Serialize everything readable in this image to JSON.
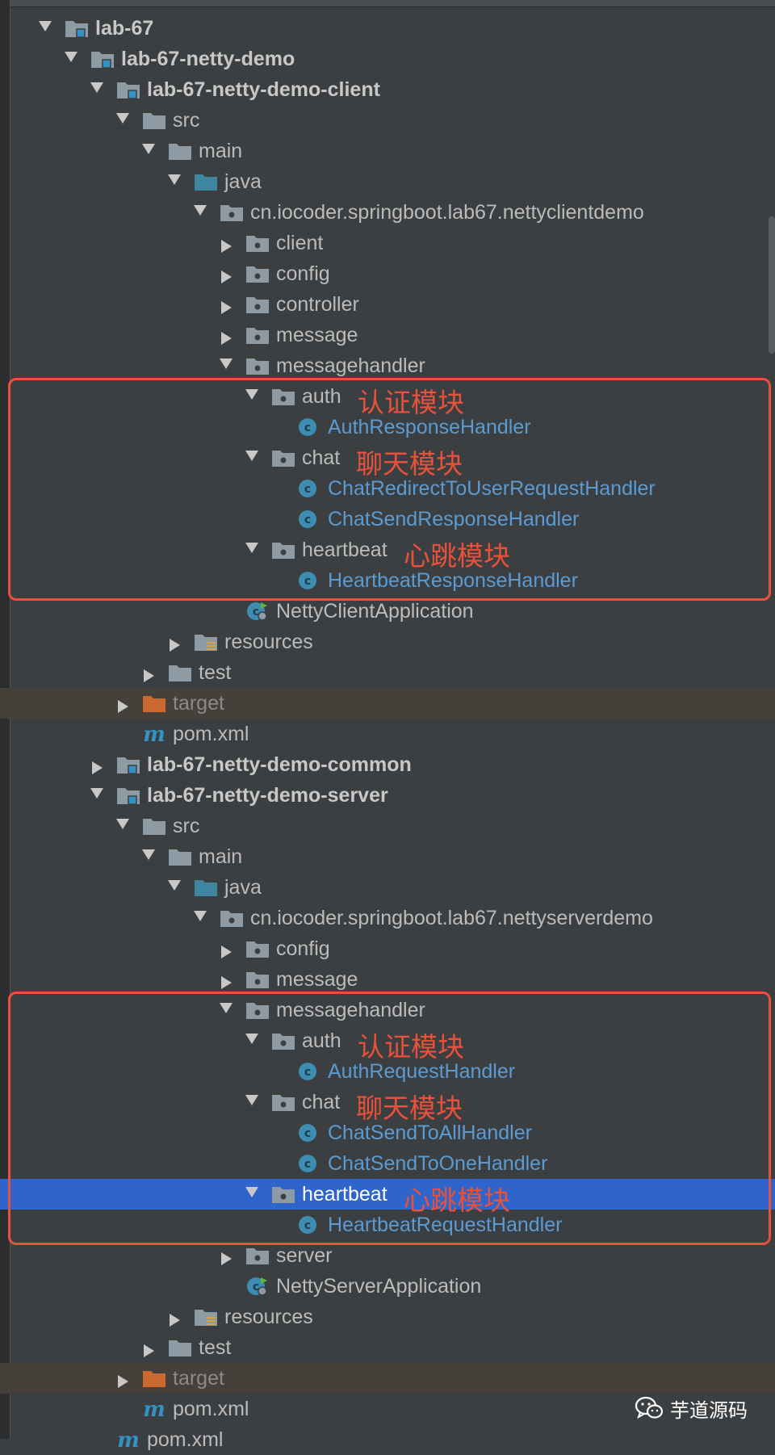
{
  "project_tree": {
    "rows": [
      {
        "label": "lab-67",
        "indent": 0,
        "arrow": "expanded",
        "icon": "module-folder-icon",
        "style": "module"
      },
      {
        "label": "lab-67-netty-demo",
        "indent": 1,
        "arrow": "expanded",
        "icon": "module-folder-icon",
        "style": "module"
      },
      {
        "label": "lab-67-netty-demo-client",
        "indent": 2,
        "arrow": "expanded",
        "icon": "module-folder-icon",
        "style": "module"
      },
      {
        "label": "src",
        "indent": 3,
        "arrow": "expanded",
        "icon": "folder-icon"
      },
      {
        "label": "main",
        "indent": 4,
        "arrow": "expanded",
        "icon": "folder-icon"
      },
      {
        "label": "java",
        "indent": 5,
        "arrow": "expanded",
        "icon": "source-folder-icon"
      },
      {
        "label": "cn.iocoder.springboot.lab67.nettyclientdemo",
        "indent": 6,
        "arrow": "expanded",
        "icon": "package-icon"
      },
      {
        "label": "client",
        "indent": 7,
        "arrow": "collapsed",
        "icon": "package-icon"
      },
      {
        "label": "config",
        "indent": 7,
        "arrow": "collapsed",
        "icon": "package-icon"
      },
      {
        "label": "controller",
        "indent": 7,
        "arrow": "collapsed",
        "icon": "package-icon"
      },
      {
        "label": "message",
        "indent": 7,
        "arrow": "collapsed",
        "icon": "package-icon"
      },
      {
        "label": "messagehandler",
        "indent": 7,
        "arrow": "expanded",
        "icon": "package-icon"
      },
      {
        "label": "auth",
        "indent": 8,
        "arrow": "expanded",
        "icon": "package-icon",
        "note": "认证模块"
      },
      {
        "label": "AuthResponseHandler",
        "indent": 9,
        "arrow": "none",
        "icon": "class-icon",
        "style": "cls"
      },
      {
        "label": "chat",
        "indent": 8,
        "arrow": "expanded",
        "icon": "package-icon",
        "note": "聊天模块"
      },
      {
        "label": "ChatRedirectToUserRequestHandler",
        "indent": 9,
        "arrow": "none",
        "icon": "class-icon",
        "style": "cls"
      },
      {
        "label": "ChatSendResponseHandler",
        "indent": 9,
        "arrow": "none",
        "icon": "class-icon",
        "style": "cls"
      },
      {
        "label": "heartbeat",
        "indent": 8,
        "arrow": "expanded",
        "icon": "package-icon",
        "note": "心跳模块"
      },
      {
        "label": "HeartbeatResponseHandler",
        "indent": 9,
        "arrow": "none",
        "icon": "class-icon",
        "style": "cls"
      },
      {
        "label": "NettyClientApplication",
        "indent": 7,
        "arrow": "none",
        "icon": "spring-app-icon"
      },
      {
        "label": "resources",
        "indent": 5,
        "arrow": "collapsed",
        "icon": "resources-folder-icon"
      },
      {
        "label": "test",
        "indent": 4,
        "arrow": "collapsed",
        "icon": "folder-icon"
      },
      {
        "label": "target",
        "indent": 3,
        "arrow": "collapsed",
        "icon": "excluded-folder-icon",
        "style": "dim",
        "row": "excluded"
      },
      {
        "label": "pom.xml",
        "indent": 3,
        "arrow": "none",
        "icon": "maven-icon"
      },
      {
        "label": "lab-67-netty-demo-common",
        "indent": 2,
        "arrow": "collapsed",
        "icon": "module-folder-icon",
        "style": "module"
      },
      {
        "label": "lab-67-netty-demo-server",
        "indent": 2,
        "arrow": "expanded",
        "icon": "module-folder-icon",
        "style": "module"
      },
      {
        "label": "src",
        "indent": 3,
        "arrow": "expanded",
        "icon": "folder-icon"
      },
      {
        "label": "main",
        "indent": 4,
        "arrow": "expanded",
        "icon": "folder-icon"
      },
      {
        "label": "java",
        "indent": 5,
        "arrow": "expanded",
        "icon": "source-folder-icon"
      },
      {
        "label": "cn.iocoder.springboot.lab67.nettyserverdemo",
        "indent": 6,
        "arrow": "expanded",
        "icon": "package-icon"
      },
      {
        "label": "config",
        "indent": 7,
        "arrow": "collapsed",
        "icon": "package-icon"
      },
      {
        "label": "message",
        "indent": 7,
        "arrow": "collapsed",
        "icon": "package-icon"
      },
      {
        "label": "messagehandler",
        "indent": 7,
        "arrow": "expanded",
        "icon": "package-icon"
      },
      {
        "label": "auth",
        "indent": 8,
        "arrow": "expanded",
        "icon": "package-icon",
        "note": "认证模块"
      },
      {
        "label": "AuthRequestHandler",
        "indent": 9,
        "arrow": "none",
        "icon": "class-icon",
        "style": "cls"
      },
      {
        "label": "chat",
        "indent": 8,
        "arrow": "expanded",
        "icon": "package-icon",
        "note": "聊天模块"
      },
      {
        "label": "ChatSendToAllHandler",
        "indent": 9,
        "arrow": "none",
        "icon": "class-icon",
        "style": "cls"
      },
      {
        "label": "ChatSendToOneHandler",
        "indent": 9,
        "arrow": "none",
        "icon": "class-icon",
        "style": "cls"
      },
      {
        "label": "heartbeat",
        "indent": 8,
        "arrow": "expanded",
        "icon": "package-icon",
        "note": "心跳模块",
        "row": "selected"
      },
      {
        "label": "HeartbeatRequestHandler",
        "indent": 9,
        "arrow": "none",
        "icon": "class-icon",
        "style": "cls"
      },
      {
        "label": "server",
        "indent": 7,
        "arrow": "collapsed",
        "icon": "package-icon"
      },
      {
        "label": "NettyServerApplication",
        "indent": 7,
        "arrow": "none",
        "icon": "spring-app-icon"
      },
      {
        "label": "resources",
        "indent": 5,
        "arrow": "collapsed",
        "icon": "resources-folder-icon"
      },
      {
        "label": "test",
        "indent": 4,
        "arrow": "collapsed",
        "icon": "folder-icon"
      },
      {
        "label": "target",
        "indent": 3,
        "arrow": "collapsed",
        "icon": "excluded-folder-icon",
        "style": "dim",
        "row": "excluded"
      },
      {
        "label": "pom.xml",
        "indent": 3,
        "arrow": "none",
        "icon": "maven-icon"
      },
      {
        "label": "pom.xml",
        "indent": 2,
        "arrow": "none",
        "icon": "maven-icon"
      }
    ]
  },
  "highlight_boxes": [
    {
      "from_row": 12,
      "to_row": 18
    },
    {
      "from_row": 32,
      "to_row": 39
    }
  ],
  "watermark": {
    "text": "芋道源码",
    "icon": "wechat-icon"
  },
  "colors": {
    "background": "#3c3f41",
    "selection": "#2f65ca",
    "excluded_row": "#45413a",
    "annotation": "#e8513a",
    "class_text": "#5b9bd1"
  }
}
